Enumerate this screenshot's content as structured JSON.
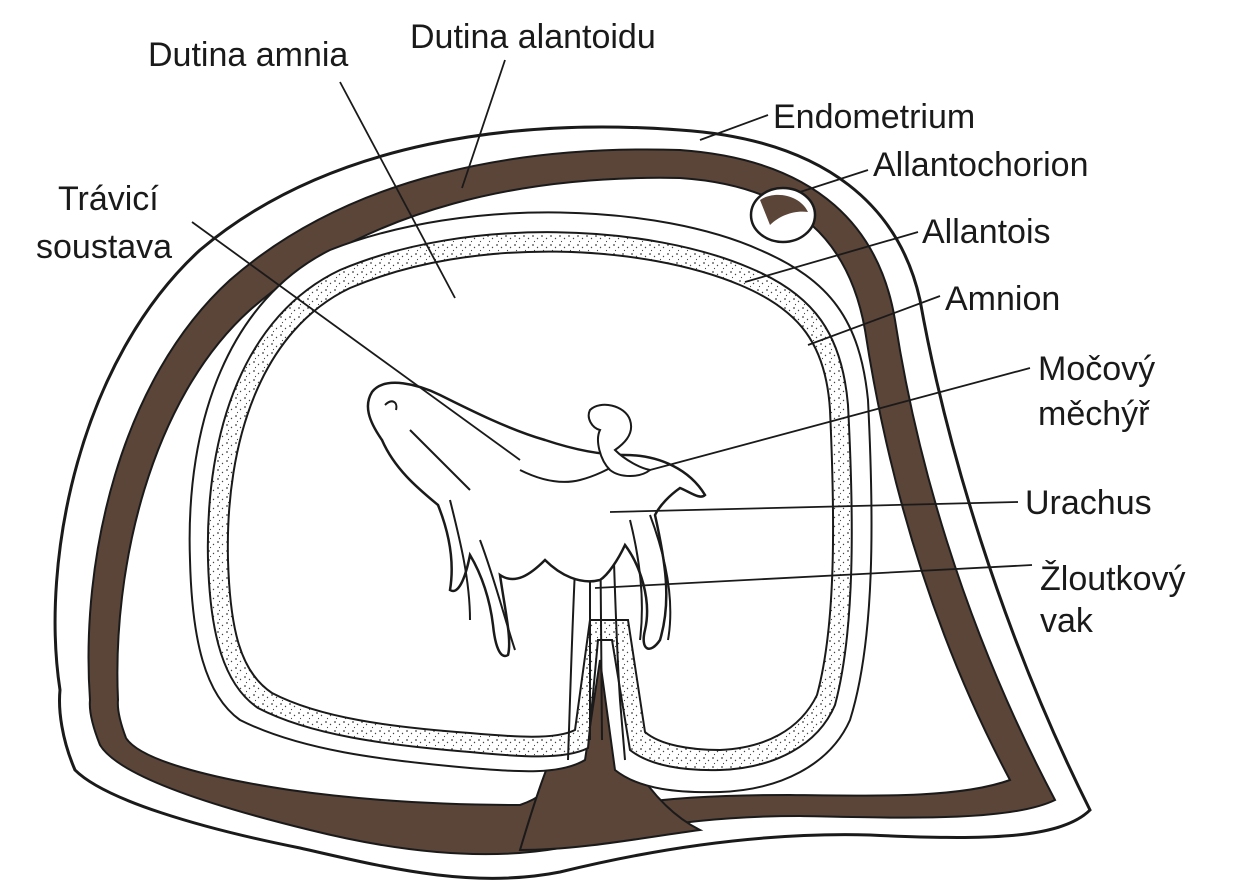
{
  "labels": {
    "dutina_amnia": "Dutina amnia",
    "dutina_alantoidu": "Dutina alantoidu",
    "endometrium": "Endometrium",
    "allantochorion": "Allantochorion",
    "travici_line1": "Trávicí",
    "travici_line2": "soustava",
    "allantois": "Allantois",
    "amnion": "Amnion",
    "mocovy_line1": "Močový",
    "mocovy_line2": "měchýř",
    "urachus": "Urachus",
    "zloutkovy_line1": "Žloutkový",
    "zloutkovy_line2": "vak"
  },
  "colors": {
    "allantochorion_fill": "#5b4438",
    "line": "#1a1a1a",
    "stipple": "#444444",
    "background": "#ffffff"
  }
}
